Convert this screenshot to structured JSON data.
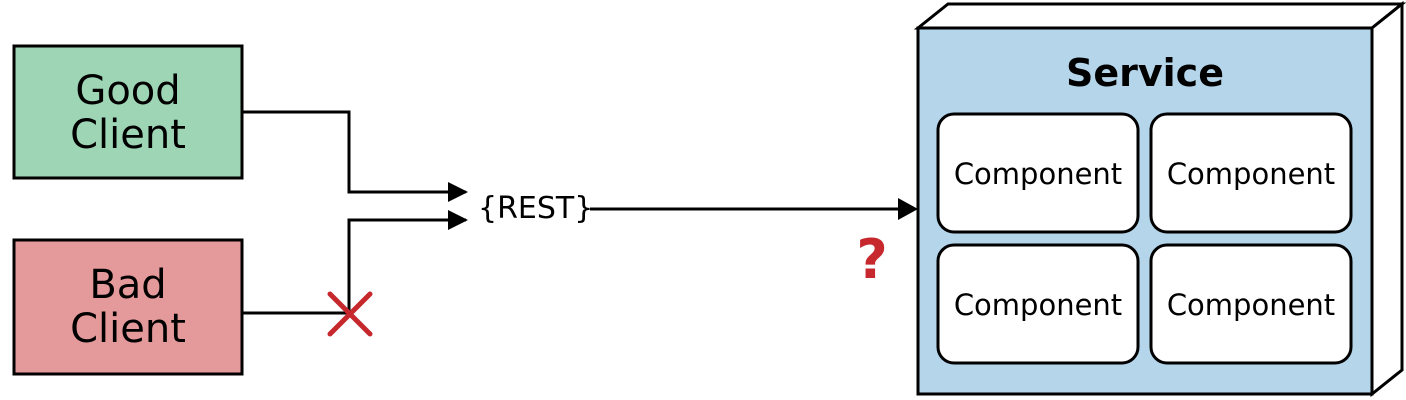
{
  "clients": {
    "good": {
      "line1": "Good",
      "line2": "Client"
    },
    "bad": {
      "line1": "Bad",
      "line2": "Client"
    }
  },
  "gateway": {
    "label": "{REST}"
  },
  "service": {
    "title": "Service",
    "components": [
      "Component",
      "Component",
      "Component",
      "Component"
    ]
  },
  "annotations": {
    "question": "?"
  },
  "colors": {
    "good_client_fill": "#9dd5b5",
    "bad_client_fill": "#e4999b",
    "service_fill": "#b4d5ea",
    "component_fill": "#ffffff",
    "accent_red": "#c6282e",
    "stroke": "#000000"
  },
  "icons": {
    "blocked": "x-mark-icon",
    "uncertain": "question-mark"
  }
}
